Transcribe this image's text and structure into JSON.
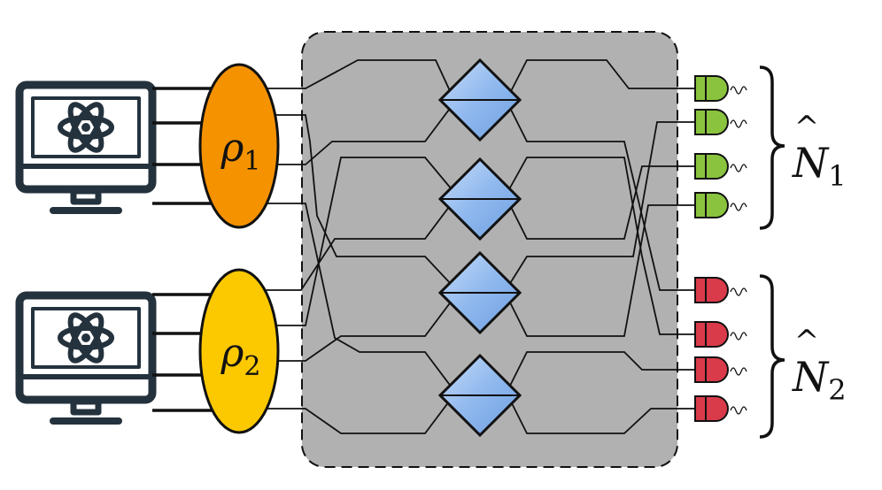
{
  "diagram": {
    "sources": [
      {
        "id": "source-1",
        "label_symbol": "ρ",
        "label_subscript": "1",
        "color": "#f59200"
      },
      {
        "id": "source-2",
        "label_symbol": "ρ",
        "label_subscript": "2",
        "color": "#fcc800"
      }
    ],
    "computers": [
      {
        "id": "computer-1",
        "icon": "monitor-atom-icon"
      },
      {
        "id": "computer-2",
        "icon": "monitor-atom-icon"
      }
    ],
    "interferometer": {
      "fill": "#b1b1b1",
      "beam_splitters": 4,
      "beam_splitter_fill": "#8fb8ee"
    },
    "detector_groups": [
      {
        "id": "group-1",
        "label_symbol": "N",
        "label_hat": "^",
        "label_subscript": "1",
        "color": "#8ac43f",
        "detectors": 4
      },
      {
        "id": "group-2",
        "label_symbol": "N",
        "label_hat": "^",
        "label_subscript": "2",
        "color": "#d93b4a",
        "detectors": 4
      }
    ]
  }
}
